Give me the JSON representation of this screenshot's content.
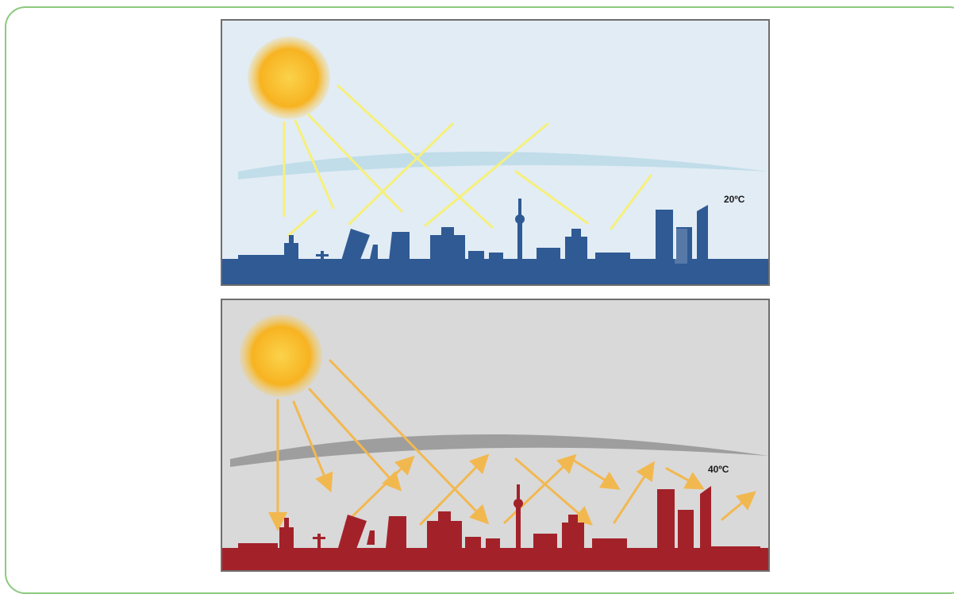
{
  "panels": [
    {
      "id": "cool",
      "temperature_label": "20ºC",
      "colors": {
        "sky": "#e2ecf5",
        "haze": "#bcdbe8",
        "skyline": "#2f5a94",
        "rays": "#f6f07a"
      }
    },
    {
      "id": "hot",
      "temperature_label": "40ºC",
      "colors": {
        "sky": "#d9d9d9",
        "haze": "#9e9e9e",
        "skyline": "#a3222a",
        "rays": "#f2b850"
      }
    }
  ],
  "frame_color": "#8cc97e",
  "sun_color": "#f7b321"
}
